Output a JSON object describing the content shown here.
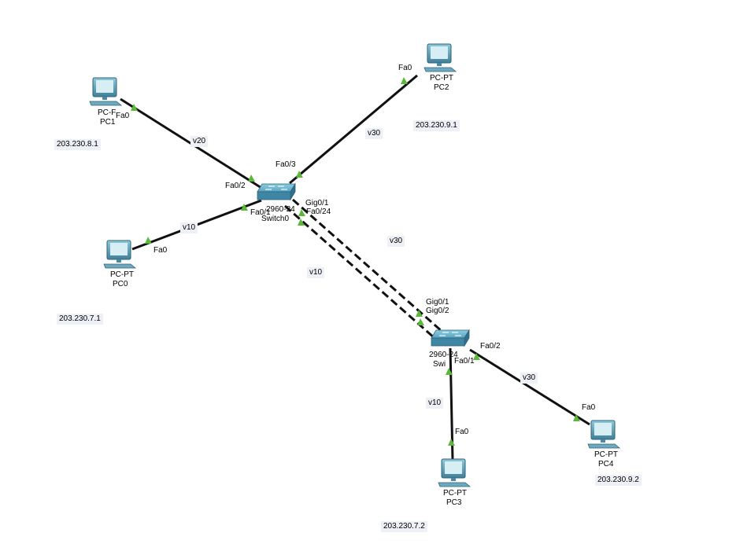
{
  "devices": {
    "pc0": {
      "type": "PC-PT",
      "name": "PC0",
      "ip": "203.230.7.1"
    },
    "pc1": {
      "type": "PC-F",
      "name": "PC1",
      "ip": "203.230.8.1"
    },
    "pc2": {
      "type": "PC-PT",
      "name": "PC2",
      "ip": "203.230.9.1"
    },
    "pc3": {
      "type": "PC-PT",
      "name": "PC3",
      "ip": "203.230.7.2"
    },
    "pc4": {
      "type": "PC-PT",
      "name": "PC4",
      "ip": "203.230.9.2"
    },
    "switch0": {
      "model": "2960-24",
      "name": "Switch0"
    },
    "switch1": {
      "model": "2960-24",
      "name": "Swi"
    }
  },
  "links": {
    "pc1_sw0": {
      "vlan": "v20",
      "port_a": "Fa0",
      "port_b": "Fa0/2"
    },
    "pc0_sw0": {
      "vlan": "v10",
      "port_a": "Fa0",
      "port_b": "Fa0/1"
    },
    "pc2_sw0": {
      "vlan": "v30",
      "port_a": "Fa0",
      "port_b": "Fa0/3"
    },
    "trunk1": {
      "vlan": "v30",
      "port_a": "Gig0/1",
      "port_b": "Gig0/1"
    },
    "trunk2": {
      "vlan": "v10",
      "port_a": "Fa0/24",
      "port_b": "Gig0/2"
    },
    "pc3_sw1": {
      "vlan": "v10",
      "port_a": "Fa0",
      "port_b": "Fa0/1"
    },
    "pc4_sw1": {
      "vlan": "v30",
      "port_a": "Fa0",
      "port_b": "Fa0/2"
    }
  },
  "colors": {
    "link": "#111111",
    "port_up": "#5cb83a",
    "device_body": "#5b9bb5",
    "label_bg": "#eef0f8"
  }
}
